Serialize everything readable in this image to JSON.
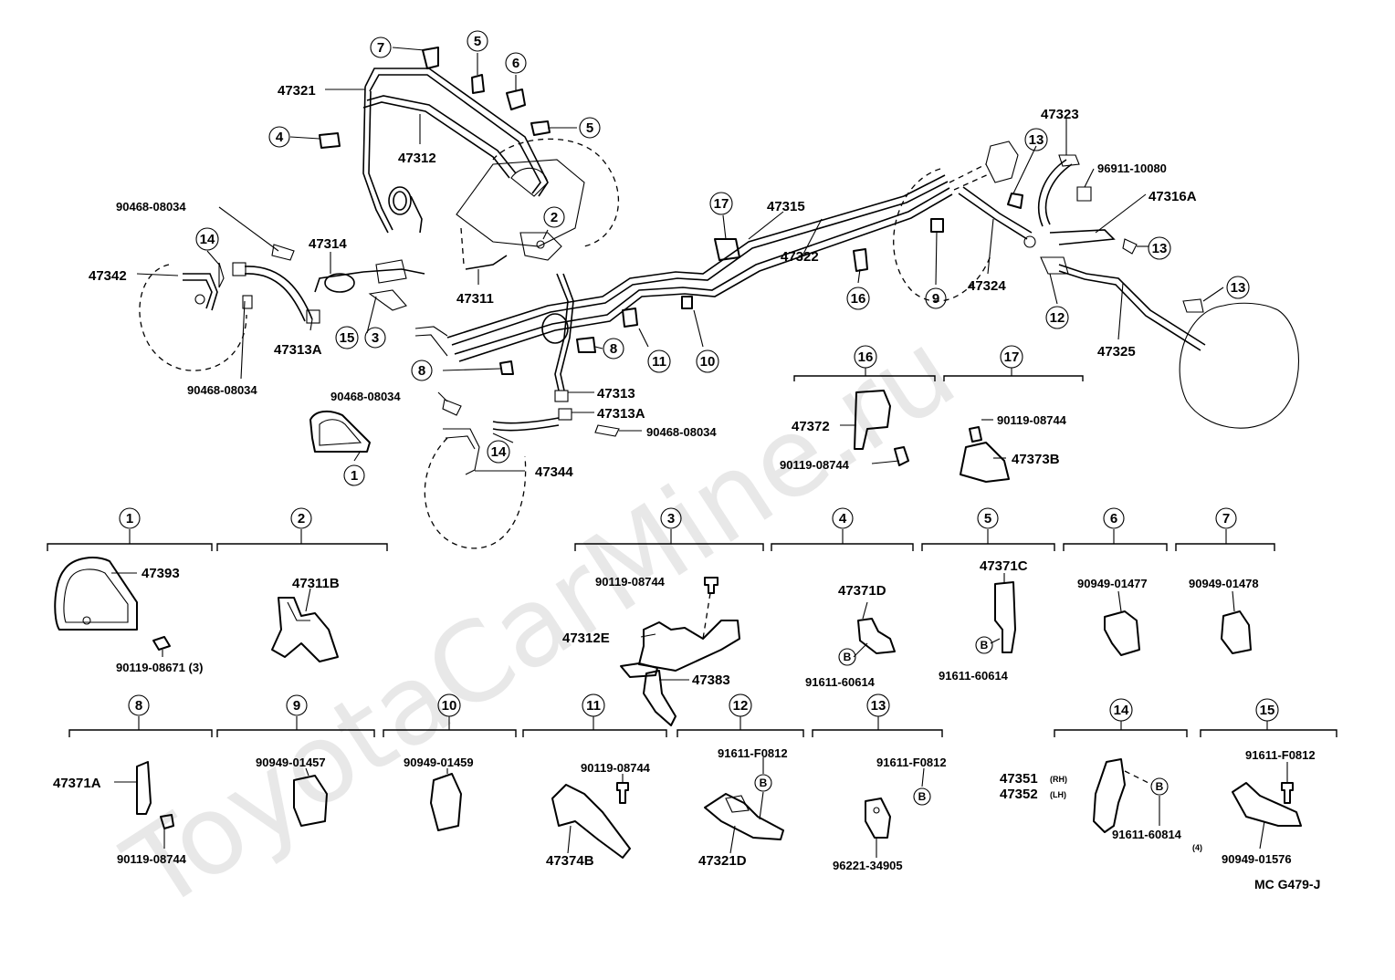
{
  "watermark": "ToyotaCarMine.ru",
  "diagram_code": "MC  G479-J",
  "refs": [
    "1",
    "2",
    "3",
    "4",
    "5",
    "6",
    "7",
    "8",
    "9",
    "10",
    "11",
    "12",
    "13",
    "14",
    "15",
    "16",
    "17"
  ],
  "parts": {
    "p47321": "47321",
    "p47312": "47312",
    "p90468a": "90468-08034",
    "p47342": "47342",
    "p47314": "47314",
    "p47313A_left": "47313A",
    "p90468b": "90468-08034",
    "p47311": "47311",
    "p47313": "47313",
    "p47313A_mid": "47313A",
    "p90468c": "90468-08034",
    "p90468d": "90468-08034",
    "p47344": "47344",
    "p47315": "47315",
    "p47322": "47322",
    "p47323": "47323",
    "p96911": "96911-10080",
    "p47316A": "47316A",
    "p47324": "47324",
    "p47325": "47325",
    "p47372": "47372",
    "p90119_16": "90119-08744",
    "p90119_17": "90119-08744",
    "p47373B": "47373B",
    "p47393": "47393",
    "p90119_08671": "90119-08671 (3)",
    "p47311B": "47311B",
    "p90119_3": "90119-08744",
    "p47312E": "47312E",
    "p47383": "47383",
    "p47371D": "47371D",
    "p91611_4": "91611-60614",
    "p47371C": "47371C",
    "p91611_5": "91611-60614",
    "p90949_01477": "90949-01477",
    "p90949_01478": "90949-01478",
    "p47371A": "47371A",
    "p90119_8": "90119-08744",
    "p90949_01457": "90949-01457",
    "p90949_01459": "90949-01459",
    "p90119_11": "90119-08744",
    "p47374B": "47374B",
    "p91611_F0812_12": "91611-F0812",
    "p47321D": "47321D",
    "p91611_F0812_13": "91611-F0812",
    "p96221": "96221-34905",
    "p47351": "47351",
    "p47351_sub": "(RH)",
    "p47352": "47352",
    "p47352_sub": "(LH)",
    "p91611_60814": "91611-60814",
    "p91611_60814_qty": "(4)",
    "p91611_F0812_15": "91611-F0812",
    "p90949_01576": "90949-01576"
  },
  "bolt_mark": "B"
}
